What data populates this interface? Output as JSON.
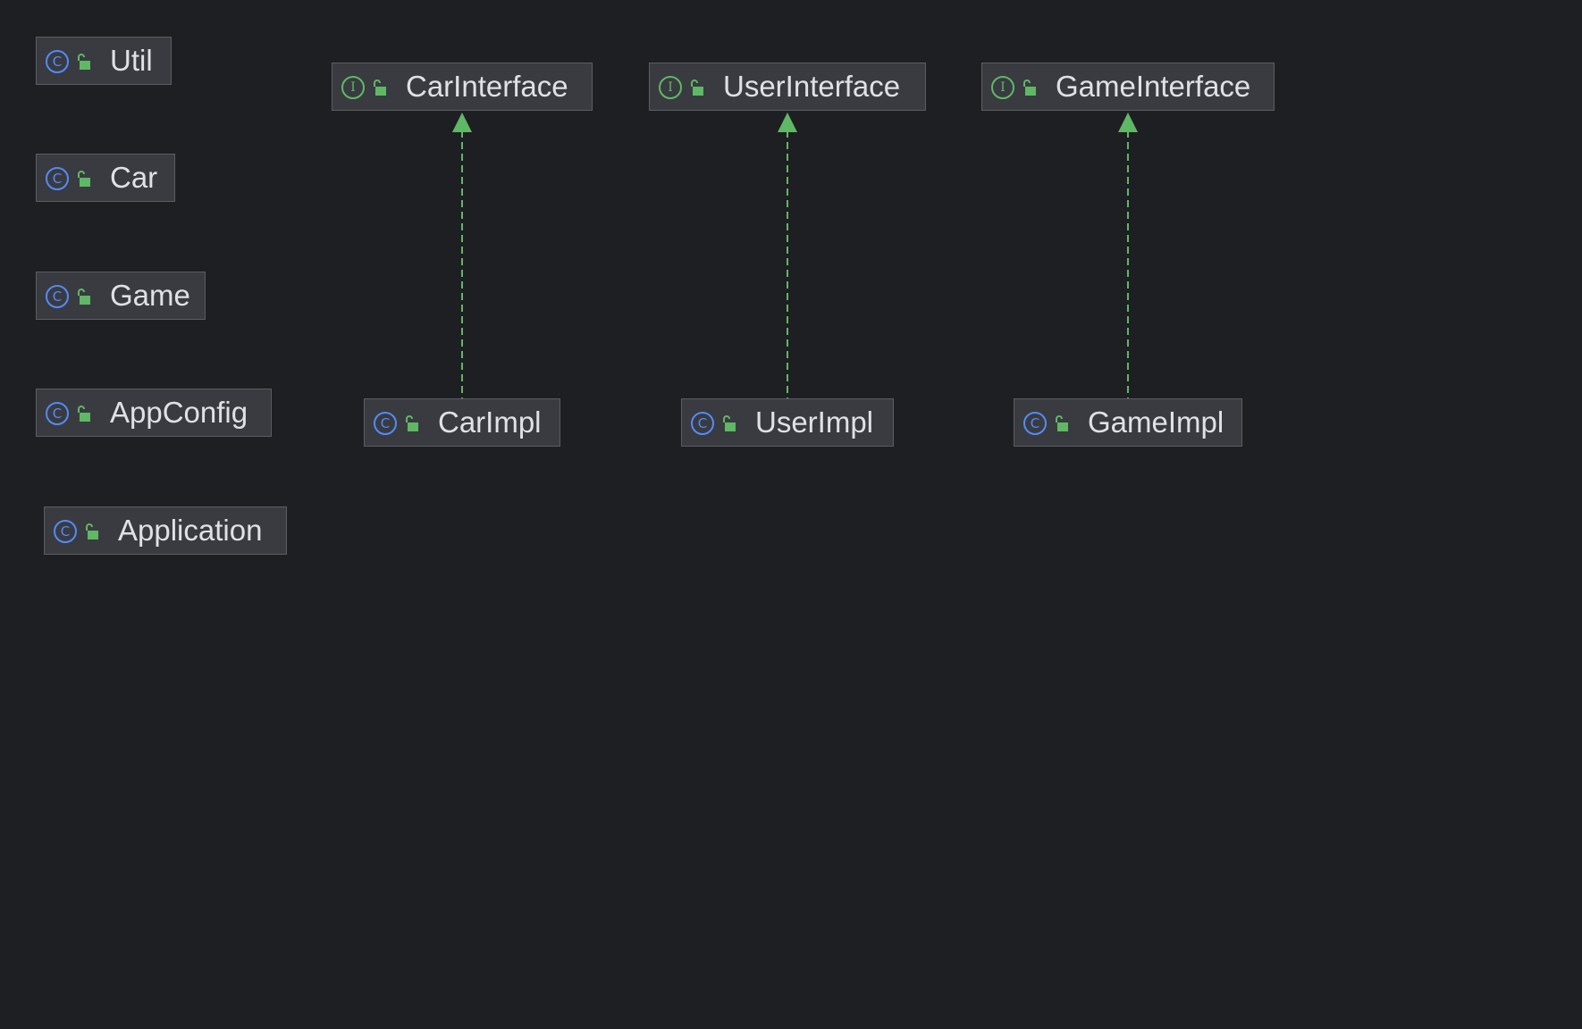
{
  "colors": {
    "background": "#1e1f22",
    "node_fill": "#393b40",
    "node_border": "#5a5d63",
    "class_icon": "#548af7",
    "interface_icon": "#5fb865",
    "public_icon": "#5fb865",
    "edge": "#5fb865",
    "label": "#dfe1e5"
  },
  "icons": {
    "class_glyph": "C",
    "interface_glyph": "I",
    "class_icon_name": "class-icon",
    "interface_icon_name": "interface-icon",
    "visibility_icon_name": "public-lock-icon"
  },
  "nodes": [
    {
      "id": "util",
      "label": "Util",
      "kind": "class"
    },
    {
      "id": "car",
      "label": "Car",
      "kind": "class"
    },
    {
      "id": "game",
      "label": "Game",
      "kind": "class"
    },
    {
      "id": "appconfig",
      "label": "AppConfig",
      "kind": "class"
    },
    {
      "id": "application",
      "label": "Application",
      "kind": "class"
    },
    {
      "id": "carinterface",
      "label": "CarInterface",
      "kind": "interface"
    },
    {
      "id": "userinterface",
      "label": "UserInterface",
      "kind": "interface"
    },
    {
      "id": "gameinterface",
      "label": "GameInterface",
      "kind": "interface"
    },
    {
      "id": "carimpl",
      "label": "CarImpl",
      "kind": "class"
    },
    {
      "id": "userimpl",
      "label": "UserImpl",
      "kind": "class"
    },
    {
      "id": "gameimpl",
      "label": "GameImpl",
      "kind": "class"
    }
  ],
  "edges": [
    {
      "from": "carimpl",
      "to": "carinterface",
      "type": "implements"
    },
    {
      "from": "userimpl",
      "to": "userinterface",
      "type": "implements"
    },
    {
      "from": "gameimpl",
      "to": "gameinterface",
      "type": "implements"
    }
  ]
}
